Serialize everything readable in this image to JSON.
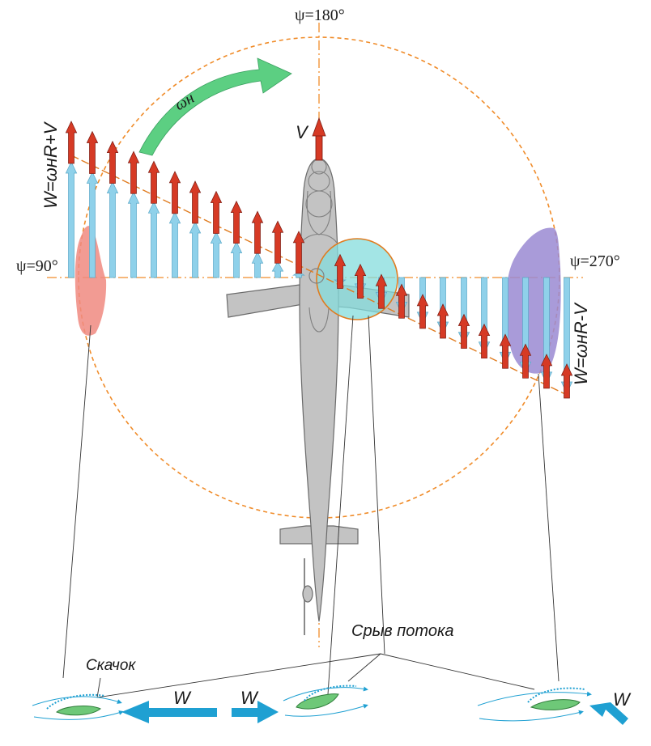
{
  "labels": {
    "psi_top": "ψ=180°",
    "psi_left": "ψ=90°",
    "psi_right": "ψ=270°",
    "omega": "ωн",
    "velocity": "V",
    "w_advancing": "W=ωнR+V",
    "w_retreating": "W=ωнR-V",
    "shock": "Скачок",
    "flow_separation": "Срыв потока",
    "w_left_arrow": "W",
    "w_right_arrow": "W",
    "w_corner_arrow": "W"
  },
  "colors": {
    "rotation_arrow": "#5ccf82",
    "relative_wind": "#8fd1ea",
    "blade_speed": "#d63a25",
    "advancing_zone": "#f08a80",
    "retreating_zone": "#9a8ad2",
    "stall_circle": "#84dcdc",
    "rotor_disc": "#f08c2a",
    "aircraft": "#c3c3c3",
    "flow_arrow": "#1fa0d2",
    "airfoil": "#6ec878"
  },
  "icons": {
    "rotation": "curved-arrow-icon",
    "flow": "arrow-icon",
    "airfoil": "airfoil-icon"
  }
}
